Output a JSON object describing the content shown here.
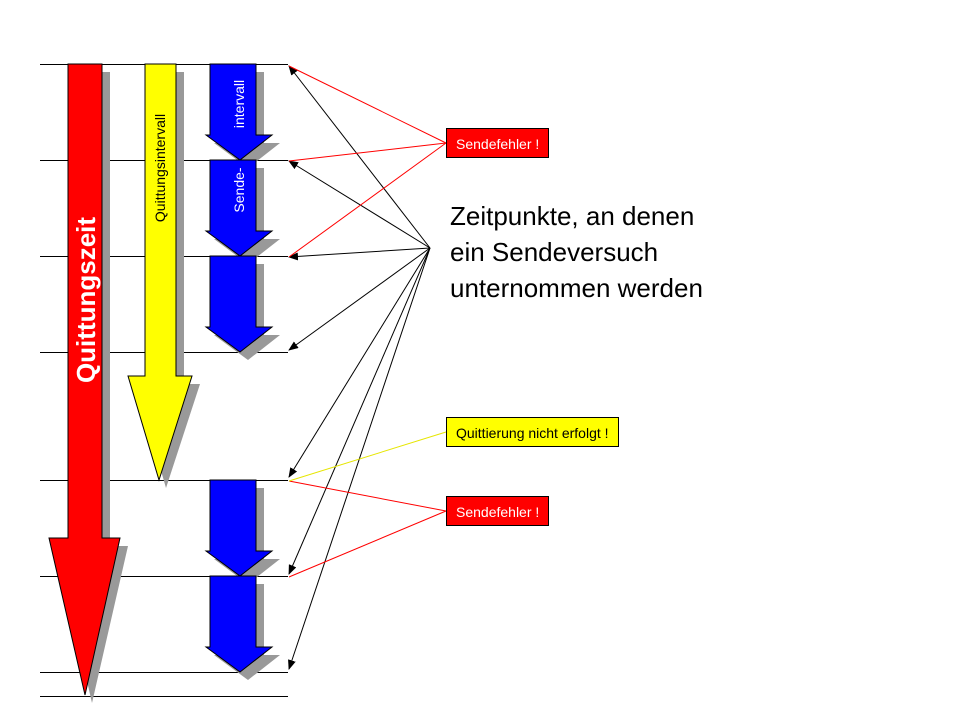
{
  "labels": {
    "quittungszeit": "Quittungszeit",
    "quittungsintervall": "Quittungsintervall",
    "sende": "Sende-",
    "intervall": "intervall"
  },
  "callouts": {
    "sendefehler_1": "Sendefehler !",
    "quittierung": "Quittierung nicht erfolgt !",
    "sendefehler_2": "Sendefehler !"
  },
  "headline": {
    "line1": "Zeitpunkte, an denen",
    "line2": "ein Sendeversuch",
    "line3": "unternommen werden"
  },
  "colors": {
    "quittungszeit_arrow": "#ff0000",
    "quittungsintervall_arrow": "#ffff00",
    "sendeintervall_arrow": "#0000ff",
    "shadow": "#999999",
    "error_line": "#ff0000",
    "ack_line": "#e6e600",
    "pointer_line": "#000000"
  }
}
